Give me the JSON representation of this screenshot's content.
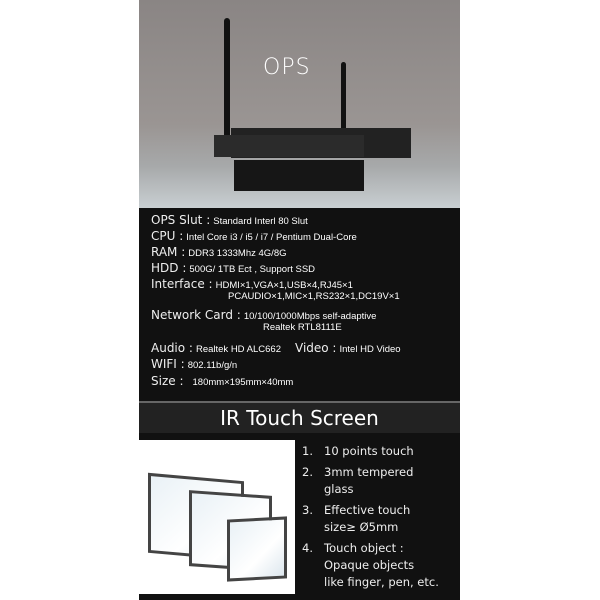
{
  "ops": {
    "title": "OPS"
  },
  "specs": [
    {
      "key": "OPS Slut :",
      "value": "Standard Interl 80 Slut"
    },
    {
      "key": "CPU :",
      "value": "Intel Core i3 / i5 / i7 / Pentium Dual-Core"
    },
    {
      "key": "RAM :",
      "value": "DDR3 1333Mhz  4G/8G"
    },
    {
      "key": "HDD :",
      "value": "500G/ 1TB Ect , Support SSD"
    },
    {
      "key": "Interface :",
      "value": "HDMI×1,VGA×1,USB×4,RJ45×1",
      "value2": "PCAUDIO×1,MIC×1,RS232×1,DC19V×1"
    },
    {
      "key": "Network Card :",
      "value": "10/100/1000Mbps self-adaptive",
      "value2": "Realtek RTL8111E"
    },
    {
      "key": "Audio :",
      "value": "Realtek HD ALC662",
      "key2": "Video :",
      "value3": "Intel HD Video"
    },
    {
      "key": "WIFI :",
      "value": "802.11b/g/n"
    },
    {
      "key": "Size :",
      "value": "180mm×195mm×40mm"
    }
  ],
  "touch": {
    "title": "IR Touch Screen",
    "features": [
      {
        "num": "1.",
        "line1": "10 points touch"
      },
      {
        "num": "2.",
        "line1": "3mm tempered",
        "line2": "glass"
      },
      {
        "num": "3.",
        "line1": "Effective touch",
        "line2": "size≥ Ø5mm"
      },
      {
        "num": "4.",
        "line1": "Touch object :",
        "line2": "Opaque objects",
        "line3": "like finger, pen, etc."
      }
    ]
  }
}
